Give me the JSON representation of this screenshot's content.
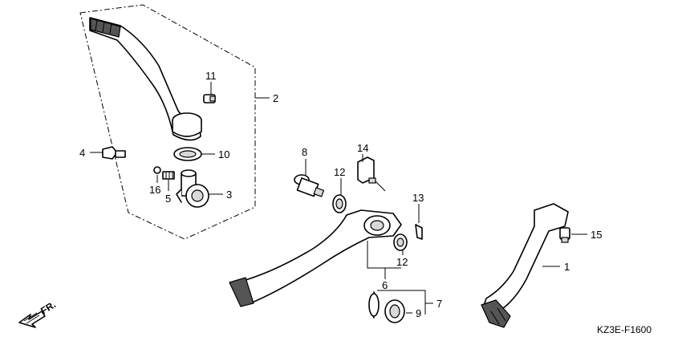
{
  "callouts": {
    "c1": "1",
    "c2": "2",
    "c3": "3",
    "c4": "4",
    "c5": "5",
    "c6": "6",
    "c7": "7",
    "c8": "8",
    "c9": "9",
    "c10": "10",
    "c11": "11",
    "c12a": "12",
    "c12b": "12",
    "c13": "13",
    "c14": "14",
    "c15": "15",
    "c16": "16"
  },
  "direction_label": "FR.",
  "diagram_code": "KZ3E-F1600"
}
